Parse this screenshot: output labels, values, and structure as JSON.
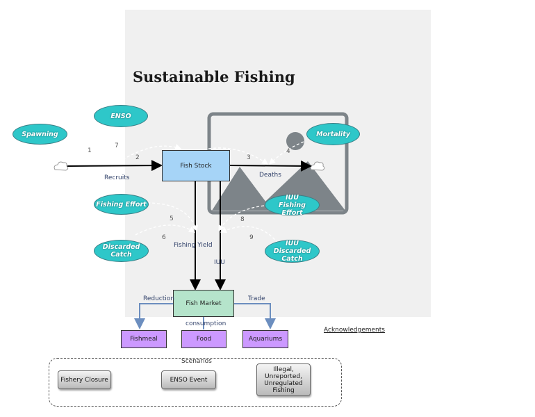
{
  "title": "Sustainable Fishing",
  "stock": {
    "label": "Fish Stock"
  },
  "market": {
    "label": "Fish Market"
  },
  "ovals": {
    "spawning": "Spawning",
    "enso": "ENSO",
    "mortality": "Mortality",
    "fishing_effort": "Fishing Effort",
    "iuu_effort": "IUU Fishing Effort",
    "discarded_catch": "Discarded Catch",
    "iuu_discarded": "IUU Discarded Catch"
  },
  "flows": {
    "recruits": "Recruits",
    "deaths": "Deaths",
    "fishing_yield": "Fishing Yield",
    "iuu": "IUU",
    "reduction": "Reduction",
    "trade": "Trade",
    "consumption": "consumption"
  },
  "numbers": [
    "1",
    "2",
    "3",
    "4",
    "5",
    "6",
    "7",
    "8",
    "9"
  ],
  "outputs": {
    "fishmeal": "Fishmeal",
    "food": "Food",
    "aquariums": "Aquariums"
  },
  "acknowledgements": "Acknowledgements",
  "scenarios": {
    "title": "Scenarios",
    "buttons": [
      "Fishery Closure",
      "ENSO Event",
      "Illegal, Unreported, Unregulated Fishing"
    ]
  },
  "colors": {
    "panel": "#f0f0f0",
    "oval": "#2ec7c9",
    "stock": "#a6d4f7",
    "market": "#b5e4cb",
    "output": "#cc99ff",
    "flow_blue": "#6c8ebf"
  },
  "icons": {
    "image_placeholder": "image-placeholder-icon",
    "cloud": "cloud-icon"
  }
}
